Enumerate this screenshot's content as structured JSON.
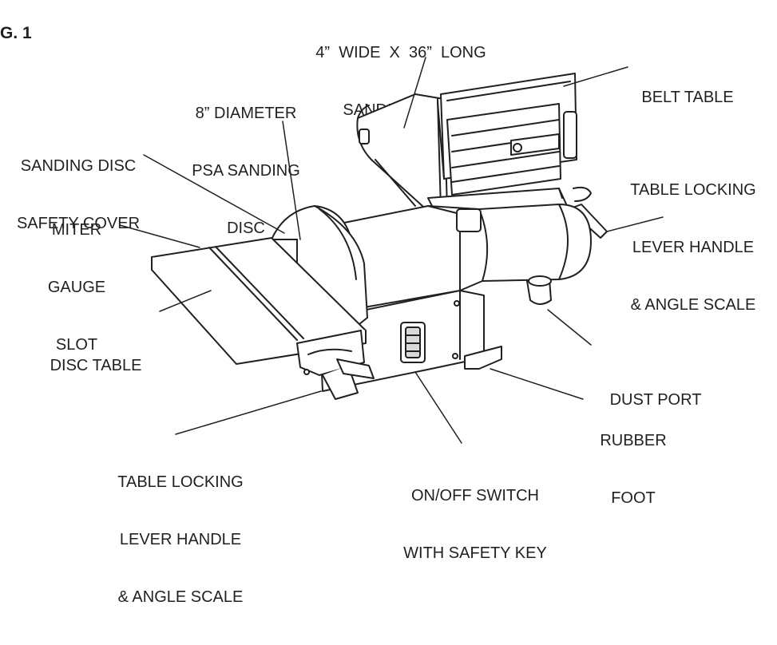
{
  "figure": {
    "label": "G. 1"
  },
  "callouts": [
    {
      "id": "sanding-belt",
      "lines": [
        "4”  WIDE  X  36”  LONG",
        "SANDING BELT"
      ]
    },
    {
      "id": "belt-table",
      "lines": [
        "BELT TABLE"
      ]
    },
    {
      "id": "sanding-disc",
      "lines": [
        "8” DIAMETER",
        "PSA SANDING",
        "DISC"
      ]
    },
    {
      "id": "disc-safety-cover",
      "lines": [
        "SANDING DISC",
        "SAFETY COVER"
      ]
    },
    {
      "id": "table-lock-right",
      "lines": [
        "TABLE LOCKING",
        "LEVER HANDLE",
        "& ANGLE SCALE"
      ]
    },
    {
      "id": "miter-gauge-slot",
      "lines": [
        "MITER",
        "GAUGE",
        "SLOT"
      ]
    },
    {
      "id": "disc-table",
      "lines": [
        "DISC TABLE"
      ]
    },
    {
      "id": "dust-port",
      "lines": [
        "DUST PORT"
      ]
    },
    {
      "id": "rubber-foot",
      "lines": [
        "RUBBER",
        "FOOT"
      ]
    },
    {
      "id": "table-lock-left",
      "lines": [
        "TABLE LOCKING",
        "LEVER HANDLE",
        "& ANGLE SCALE"
      ]
    },
    {
      "id": "on-off-switch",
      "lines": [
        "ON/OFF SWITCH",
        "WITH SAFETY KEY"
      ]
    }
  ],
  "colors": {
    "ink": "#231f20",
    "fill": "#ffffff",
    "shade": "#d9d9d9"
  }
}
